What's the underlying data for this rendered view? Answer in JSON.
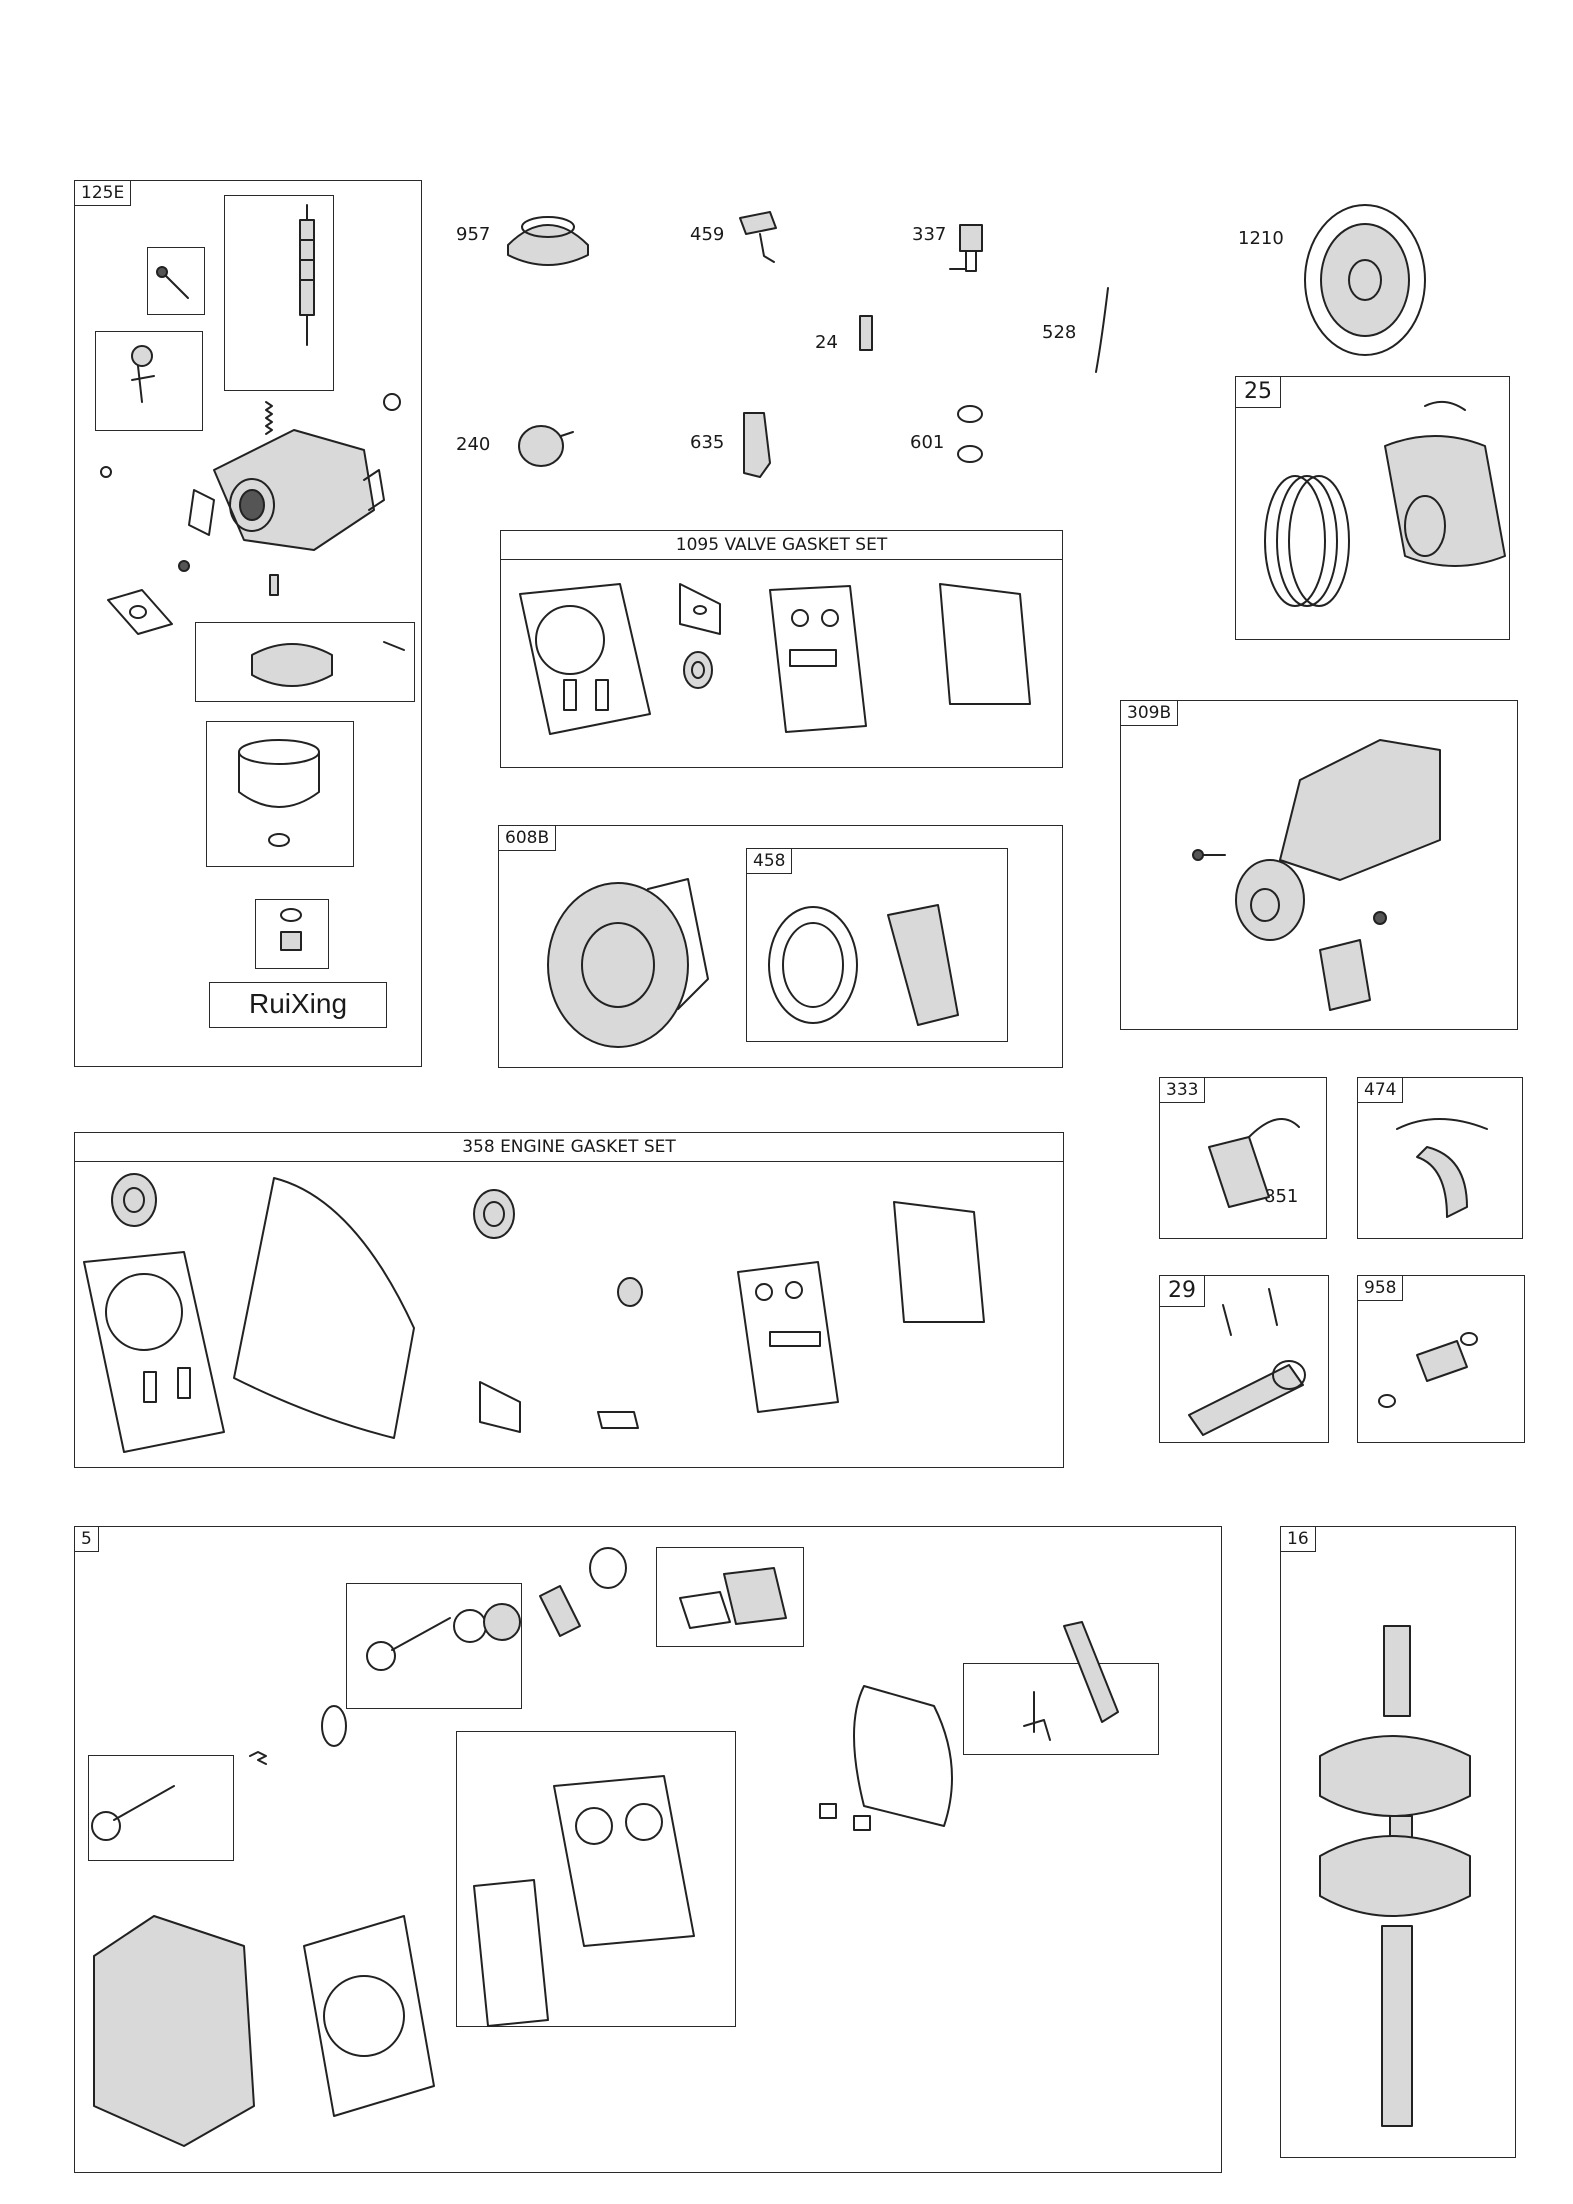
{
  "boxes": {
    "b125E": "125E",
    "b25": "25",
    "b1095": "1095 VALVE GASKET SET",
    "b608B": "608B",
    "b458": "458",
    "b309B": "309B",
    "b333": "333",
    "b474": "474",
    "b29": "29",
    "b958": "958",
    "b358": "358 ENGINE GASKET SET",
    "b5": "5",
    "b16": "16"
  },
  "brand": "RuiXing",
  "labels": {
    "l957": "957",
    "l459": "459",
    "l337": "337",
    "l1210": "1210",
    "l24": "24",
    "l528": "528",
    "l240": "240",
    "l635": "635",
    "l601": "601",
    "l851": "851"
  }
}
